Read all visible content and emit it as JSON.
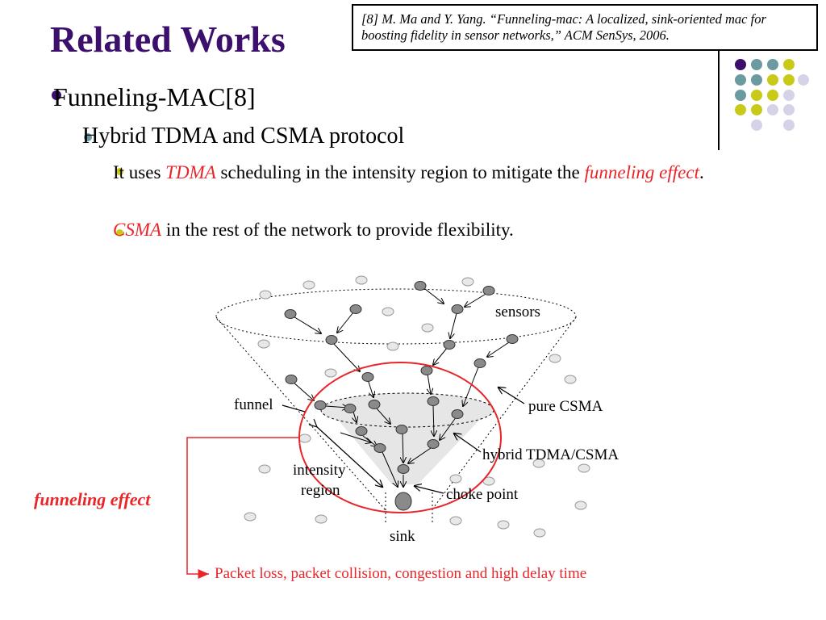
{
  "slide": {
    "title": "Related Works",
    "reference": "[8] M. Ma and Y. Yang. “Funneling-mac: A localized, sink-oriented mac for boosting fidelity in sensor networks,”  ACM SenSys, 2006.",
    "bullet_l1": "Funneling-MAC[8]",
    "bullet_l2": "Hybrid TDMA and CSMA protocol",
    "bullet_l3a": {
      "pre": "It uses ",
      "em1": "TDMA",
      "mid": " scheduling in the intensity region to mitigate the ",
      "em2": "funneling effect",
      "post": "."
    },
    "bullet_l3b": {
      "em": "CSMA",
      "post": " in the rest of the network to provide flexibility."
    },
    "colors": {
      "title": "#3b0f6b",
      "accent_red": "#e8262a",
      "teal": "#6b9aa0",
      "lime": "#c9c917",
      "lavender": "#d6d3e8"
    }
  },
  "diagram": {
    "labels": {
      "sensors": "sensors",
      "funnel": "funnel",
      "pure_csma": "pure CSMA",
      "hybrid": "hybrid TDMA/CSMA",
      "intensity_1": "intensity",
      "intensity_2": "region",
      "choke": "choke point",
      "sink": "sink"
    },
    "annotation": "funneling effect",
    "consequence": "Packet loss, packet collision, congestion and high delay time"
  }
}
